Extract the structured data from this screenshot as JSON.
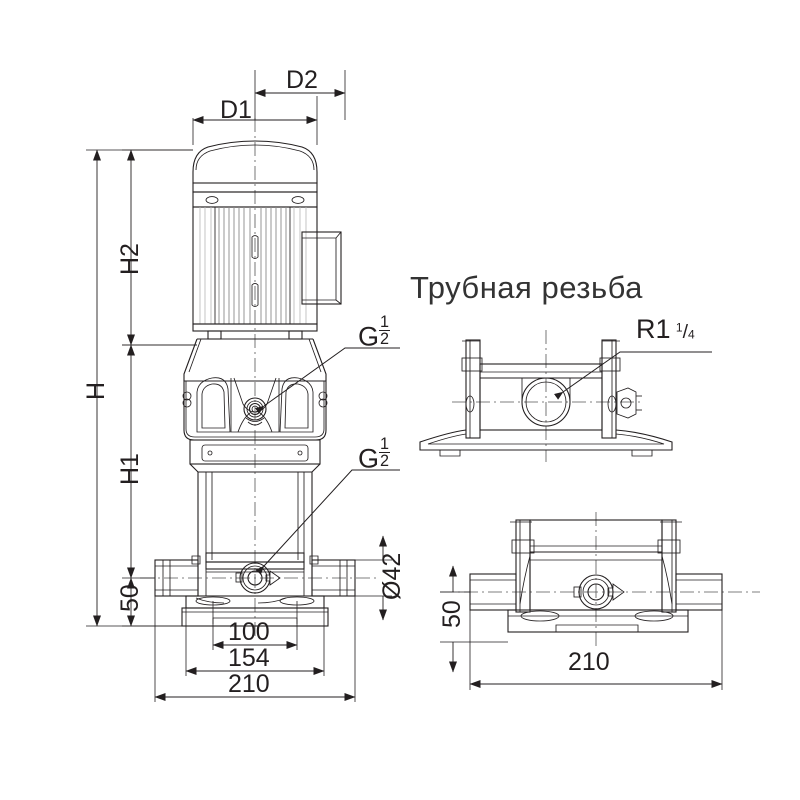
{
  "drawing": {
    "kind": "technical-dimension-drawing",
    "subject": "vertical multistage centrifugal pump",
    "line_color": "#231f20",
    "text_color": "#231f20",
    "background": "#ffffff"
  },
  "annotations": {
    "pipe_thread_title": "Трубная резьба",
    "thread_callout_main": "R1",
    "thread_callout_fraction_num": "1",
    "thread_callout_fraction_den": "4",
    "vent_port_letter": "G",
    "vent_port_fraction_num": "1",
    "vent_port_fraction_den": "2",
    "drain_port_letter": "G",
    "drain_port_fraction_num": "1",
    "drain_port_fraction_den": "2"
  },
  "dimensions": {
    "front_view": {
      "D1": "D1",
      "D2": "D2",
      "H": "H",
      "H1": "H1",
      "H2": "H2",
      "height_50": "50",
      "port_dia": "Ø42",
      "width_100": "100",
      "width_154": "154",
      "width_210": "210"
    },
    "side_view_bottom": {
      "height_50": "50",
      "width_210": "210"
    }
  },
  "labels": {
    "front_view_name": "front-elevation-view",
    "detail_view_name": "pipe-thread-detail-view",
    "side_view_name": "side-elevation-view"
  }
}
